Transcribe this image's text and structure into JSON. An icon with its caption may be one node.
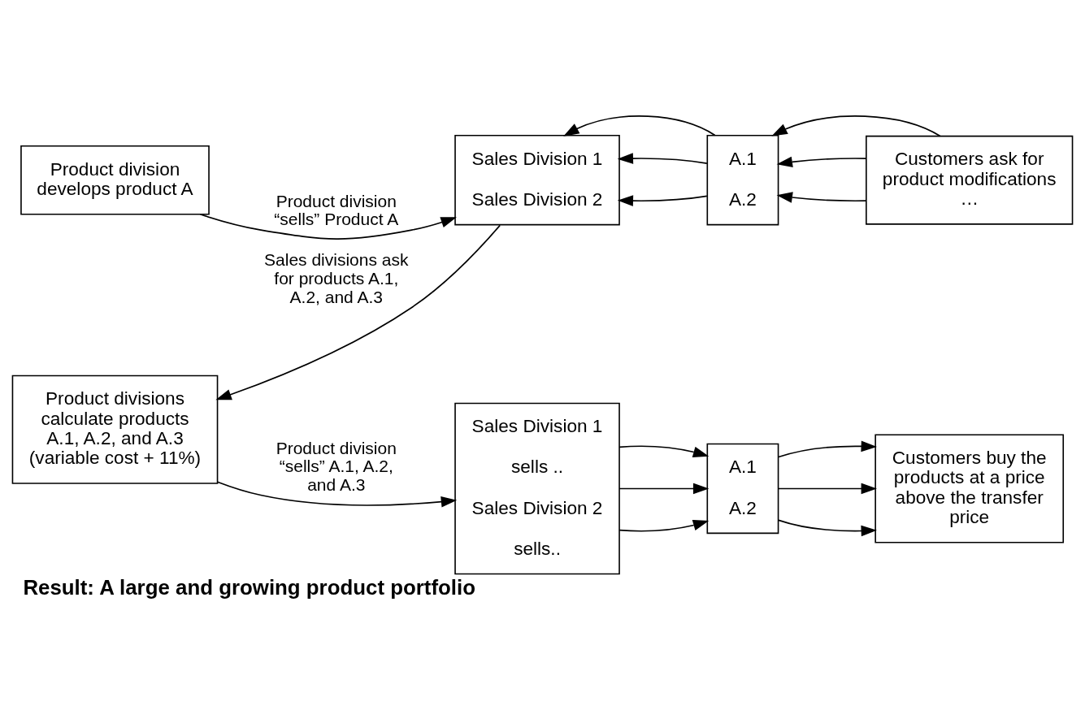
{
  "diagram": {
    "caption": "Result: A large and growing product portfolio",
    "nodes": [
      {
        "text": [
          "Product division develops product A"
        ]
      },
      {
        "text": [
          "Sales Division 1",
          "Sales Division 2"
        ]
      },
      {
        "text": [
          "A.1",
          "A.2"
        ]
      },
      {
        "text": [
          "Customers ask for product modifications …"
        ]
      },
      {
        "text": [
          "Product divisions calculate products A.1, A.2, and A.3 (variable cost + 11%)"
        ]
      },
      {
        "text": [
          "Sales Division 1",
          "sells ..",
          "Sales Division 2",
          "sells.."
        ]
      },
      {
        "text": [
          "A.1",
          "A.2"
        ]
      },
      {
        "text": [
          "Customers buy the products at a price above the transfer price"
        ]
      }
    ],
    "edges": [
      {
        "from": 0,
        "to": 1,
        "arrow": "to",
        "label": "Product division “sells” Product A"
      },
      {
        "from": 3,
        "to": 2,
        "arrow": "to"
      },
      {
        "from": 3,
        "to": 2,
        "arrow": "to"
      },
      {
        "from": 3,
        "to": 2,
        "arrow": "to"
      },
      {
        "from": 2,
        "to": 1,
        "arrow": "to"
      },
      {
        "from": 2,
        "to": 1,
        "arrow": "to"
      },
      {
        "from": 2,
        "to": 1,
        "arrow": "to"
      },
      {
        "from": 1,
        "to": 4,
        "arrow": "to",
        "label": "Sales divisions ask for products A.1, A.2, and A.3"
      },
      {
        "from": 4,
        "to": 5,
        "arrow": "to",
        "label": "Product division “sells” A.1, A.2, and A.3"
      },
      {
        "from": 5,
        "to": 6,
        "arrow": "to"
      },
      {
        "from": 5,
        "to": 6,
        "arrow": "to"
      },
      {
        "from": 5,
        "to": 6,
        "arrow": "to"
      },
      {
        "from": 6,
        "to": 7,
        "arrow": "to"
      },
      {
        "from": 6,
        "to": 7,
        "arrow": "to"
      },
      {
        "from": 6,
        "to": 7,
        "arrow": "to"
      }
    ]
  }
}
